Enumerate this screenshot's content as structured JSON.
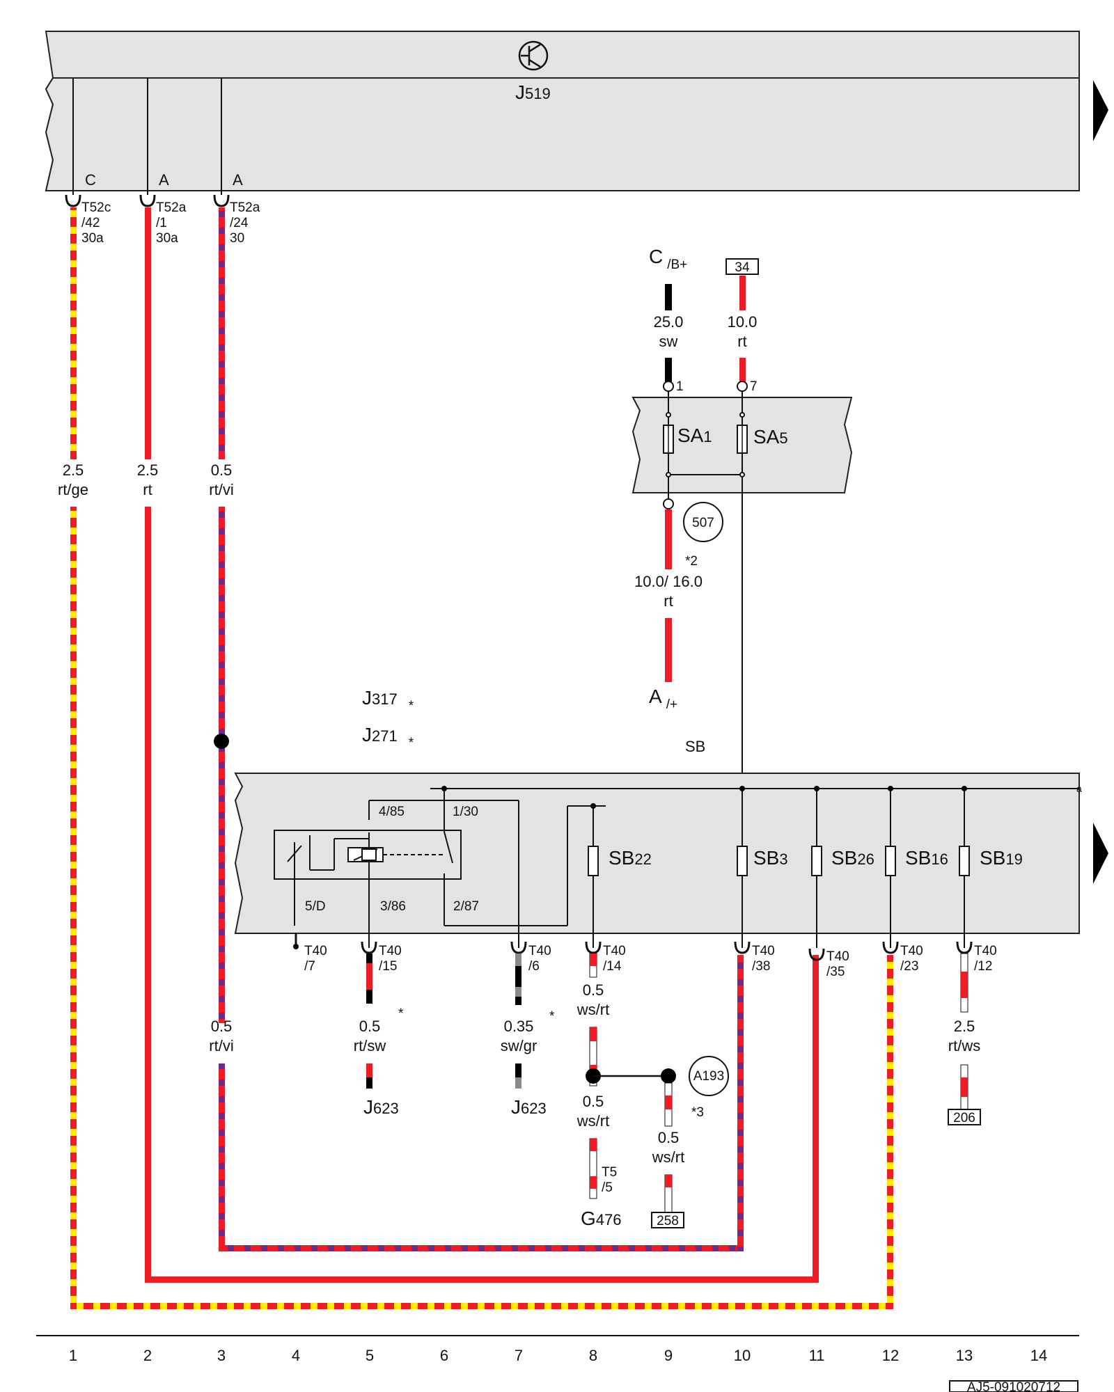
{
  "colors": {
    "rt": "#ee1c24",
    "ge": "#ffee00",
    "vi": "#6a2c91",
    "sw": "#000000",
    "ws": "#ffffff",
    "gr": "#8a8a8a",
    "panel": "#e3e3e3"
  },
  "control_unit": {
    "name": "J",
    "index": "519",
    "icon": "transistor-icon",
    "pin_labels": [
      "C",
      "A",
      "A"
    ]
  },
  "connectors_top": [
    {
      "connector": "T52c",
      "pin": "/42",
      "terminal": "30a"
    },
    {
      "connector": "T52a",
      "pin": "/1",
      "terminal": "30a"
    },
    {
      "connector": "T52a",
      "pin": "/24",
      "terminal": "30"
    }
  ],
  "wires_main": [
    {
      "size": "2.5",
      "color": "rt/ge"
    },
    {
      "size": "2.5",
      "color": "rt"
    },
    {
      "size": "0.5",
      "color": "rt/vi"
    }
  ],
  "wire_lower_rtvi": {
    "size": "0.5",
    "color": "rt/vi"
  },
  "battery": {
    "c_label": "C",
    "c_suffix": "/B+",
    "ref_box": "34",
    "wire_sw": {
      "size": "25.0",
      "color": "sw"
    },
    "wire_rt": {
      "size": "10.0",
      "color": "rt"
    },
    "pin1": "1",
    "pin7": "7",
    "fuse1": {
      "name": "SA",
      "index": "1"
    },
    "fuse5": {
      "name": "SA",
      "index": "5"
    },
    "ground_ref": "507",
    "footnote": "*2",
    "wire_out": {
      "size": "10.0/ 16.0",
      "color": "rt"
    },
    "a_label": "A",
    "a_suffix": "/+"
  },
  "relay_refs": [
    {
      "name": "J",
      "index": "317",
      "mark": "*"
    },
    {
      "name": "J",
      "index": "271",
      "mark": "*"
    }
  ],
  "sb_label": "SB",
  "relay_pins": [
    "4/85",
    "1/30",
    "5/D",
    "3/86",
    "2/87"
  ],
  "fuses_sb": [
    {
      "name": "SB",
      "index": "22"
    },
    {
      "name": "SB",
      "index": "3"
    },
    {
      "name": "SB",
      "index": "26"
    },
    {
      "name": "SB",
      "index": "16"
    },
    {
      "name": "SB",
      "index": "19"
    }
  ],
  "connectors_bottom": [
    {
      "connector": "T40",
      "pin": "/7"
    },
    {
      "connector": "T40",
      "pin": "/15"
    },
    {
      "connector": "T40",
      "pin": "/6"
    },
    {
      "connector": "T40",
      "pin": "/14"
    },
    {
      "connector": "T40",
      "pin": "/38"
    },
    {
      "connector": "T40",
      "pin": "/35"
    },
    {
      "connector": "T40",
      "pin": "/23"
    },
    {
      "connector": "T40",
      "pin": "/12"
    }
  ],
  "lower_wires": {
    "col5": {
      "size": "0.5",
      "color": "rt/sw",
      "mark": "*",
      "dest_name": "J",
      "dest_index": "623"
    },
    "col7": {
      "size": "0.35",
      "color": "sw/gr",
      "mark": "*",
      "dest_name": "J",
      "dest_index": "623"
    },
    "col8a": {
      "size": "0.5",
      "color": "ws/rt"
    },
    "col8b": {
      "size": "0.5",
      "color": "ws/rt"
    },
    "col9": {
      "size": "0.5",
      "color": "ws/rt"
    },
    "col13": {
      "size": "2.5",
      "color": "rt/ws"
    }
  },
  "splice_ref": "A193",
  "footnote3": "*3",
  "sensor": {
    "connector": "T5",
    "pin": "/5",
    "name": "G",
    "index": "476"
  },
  "ref_box_258": "258",
  "ref_box_206": "206",
  "column_numbers": [
    "1",
    "2",
    "3",
    "4",
    "5",
    "6",
    "7",
    "8",
    "9",
    "10",
    "11",
    "12",
    "13",
    "14"
  ],
  "continuation_a": "a",
  "diagram_code": "AJ5-091020712"
}
